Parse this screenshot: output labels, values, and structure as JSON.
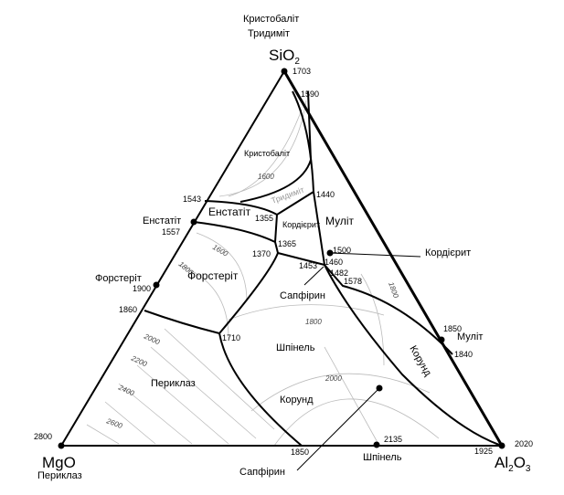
{
  "top_phases": [
    "Кристобаліт",
    "Тридиміт"
  ],
  "vertices": {
    "sio2": "SiO",
    "sio2_sub": "2",
    "mgo": "MgO",
    "mgo_phase": "Периклаз",
    "al2o3_a": "Al",
    "al2o3_sub1": "2",
    "al2o3_b": "O",
    "al2o3_sub2": "3"
  },
  "side_compounds": {
    "enstatite": "Енстатіт",
    "forsterite": "Форстеріт",
    "cordierite": "Кордієрит",
    "mullite": "Муліт",
    "spinel": "Шпінель",
    "sapphirine": "Сапфірин"
  },
  "fields": {
    "cristobalite": "Кристобаліт",
    "tridymite": "Тридиміт",
    "enstatite": "Енстатіт",
    "cordierite": "Кордієрит",
    "mullite": "Муліт",
    "forsterite": "Форстеріт",
    "sapphirine": "Сапфірин",
    "spinel": "Шпінель",
    "periclase": "Периклаз",
    "corundum": "Корунд",
    "corundum2": "Корунд"
  },
  "temps": {
    "t1703": "1703",
    "t1590": "1590",
    "t1543": "1543",
    "t1557": "1557",
    "t1900": "1900",
    "t1860": "1860",
    "t2800": "2800",
    "t1440": "1440",
    "t1355": "1355",
    "t1365": "1365",
    "t1370": "1370",
    "t1500": "1500",
    "t1460": "1460",
    "t1453": "1453",
    "t1482": "1482",
    "t1578": "1578",
    "t1710": "1710",
    "t1850b": "1850",
    "t1850": "1850",
    "t1840": "1840",
    "t2135": "2135",
    "t1925": "1925",
    "t2020": "2020"
  },
  "isotherms": {
    "i1600a": "1600",
    "i1600b": "1600",
    "i1800a": "1800",
    "i1800b": "1800",
    "i1800c": "1800",
    "i2000a": "2000",
    "i2000b": "2000",
    "i2200": "2200",
    "i2400": "2400",
    "i2600": "2600"
  }
}
